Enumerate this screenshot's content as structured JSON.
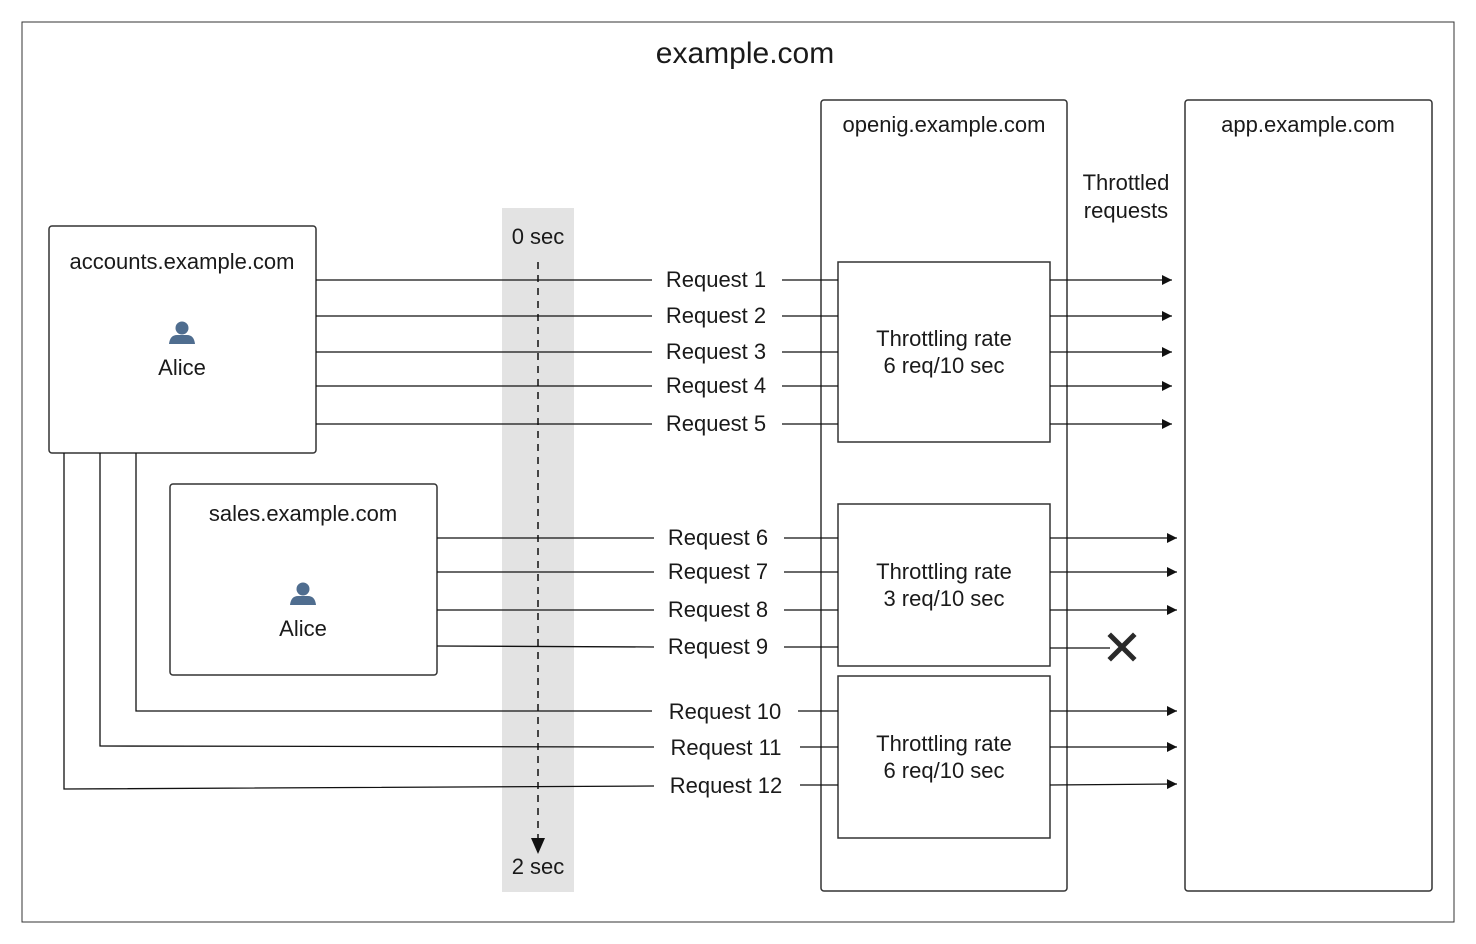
{
  "domain_title": "example.com",
  "accounts": {
    "host": "accounts.example.com",
    "user": "Alice",
    "user_icon": "user-icon"
  },
  "sales": {
    "host": "sales.example.com",
    "user": "Alice",
    "user_icon": "user-icon"
  },
  "openig": {
    "host": "openig.example.com"
  },
  "app": {
    "host": "app.example.com"
  },
  "throttled_label": {
    "line1": "Throttled",
    "line2": "requests"
  },
  "timeline": {
    "start": "0 sec",
    "end": "2 sec"
  },
  "throttles": [
    {
      "line1": "Throttling rate",
      "line2": "6 req/10 sec"
    },
    {
      "line1": "Throttling rate",
      "line2": "3 req/10 sec"
    },
    {
      "line1": "Throttling rate",
      "line2": "6 req/10 sec"
    }
  ],
  "requests": [
    {
      "label": "Request 1",
      "source": "accounts",
      "throttle": 0,
      "allowed": true
    },
    {
      "label": "Request 2",
      "source": "accounts",
      "throttle": 0,
      "allowed": true
    },
    {
      "label": "Request 3",
      "source": "accounts",
      "throttle": 0,
      "allowed": true
    },
    {
      "label": "Request 4",
      "source": "accounts",
      "throttle": 0,
      "allowed": true
    },
    {
      "label": "Request 5",
      "source": "accounts",
      "throttle": 0,
      "allowed": true
    },
    {
      "label": "Request 6",
      "source": "sales",
      "throttle": 1,
      "allowed": true
    },
    {
      "label": "Request 7",
      "source": "sales",
      "throttle": 1,
      "allowed": true
    },
    {
      "label": "Request 8",
      "source": "sales",
      "throttle": 1,
      "allowed": true
    },
    {
      "label": "Request 9",
      "source": "sales",
      "throttle": 1,
      "allowed": false,
      "blocked_icon": "x-icon"
    },
    {
      "label": "Request 10",
      "source": "accounts",
      "throttle": 2,
      "allowed": true
    },
    {
      "label": "Request 11",
      "source": "accounts",
      "throttle": 2,
      "allowed": true
    },
    {
      "label": "Request 12",
      "source": "accounts",
      "throttle": 2,
      "allowed": true
    }
  ]
}
